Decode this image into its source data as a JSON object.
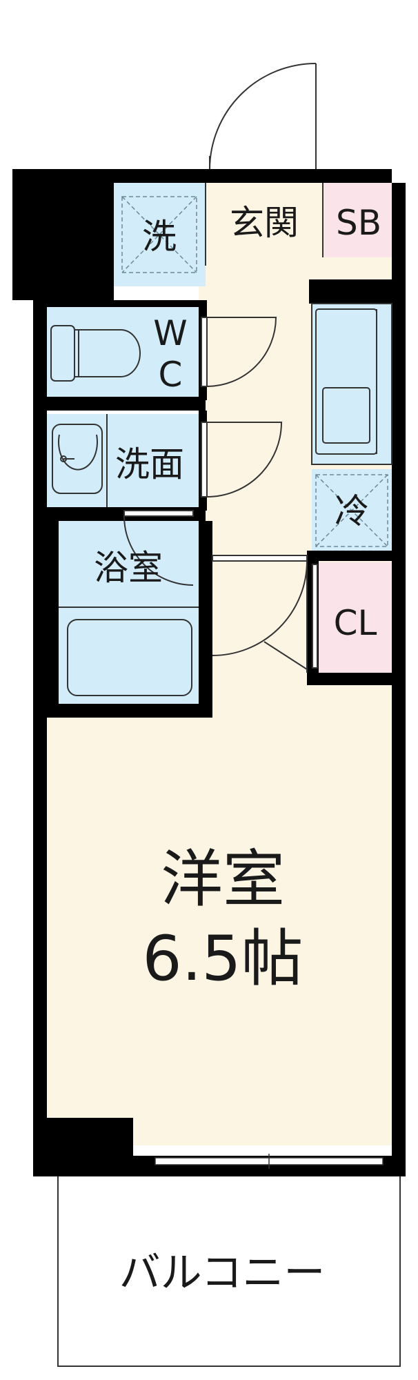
{
  "rooms": {
    "western_room": {
      "name": "洋室",
      "size": "6.5帖"
    },
    "entrance": "玄関",
    "shoe_box": "SB",
    "washer_space": "洗",
    "toilet_line1": "W",
    "toilet_line2": "C",
    "washroom": "洗面",
    "bathroom": "浴室",
    "fridge_space": "冷",
    "closet": "CL",
    "balcony": "バルコニー"
  },
  "colors": {
    "wall": "#000000",
    "floor": "#fdf5e4",
    "wet_area": "#d2ecf9",
    "storage": "#fbe3ea",
    "line": "#333333"
  }
}
